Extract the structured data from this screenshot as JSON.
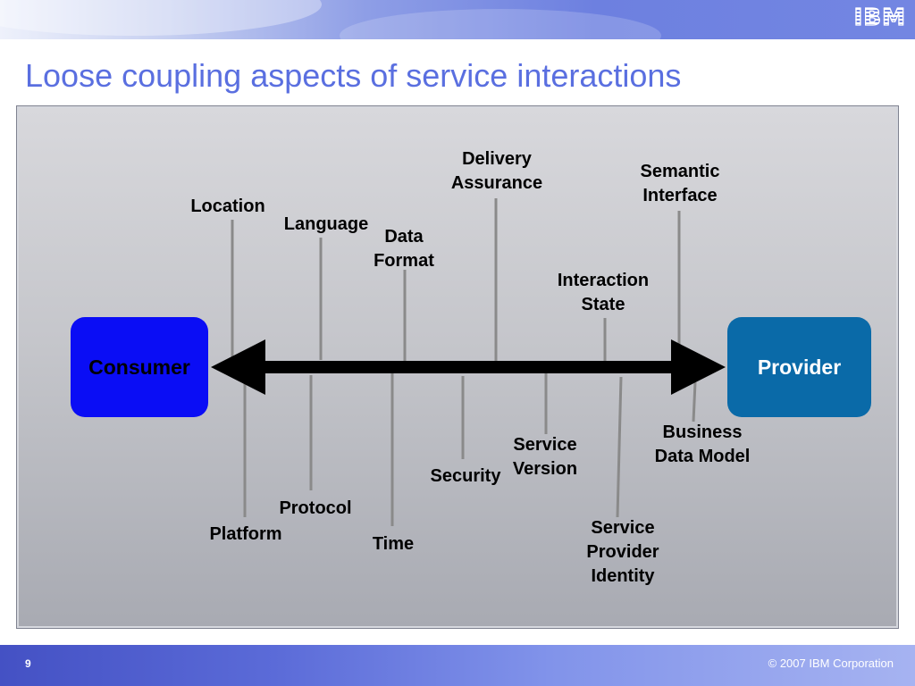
{
  "header": {
    "logo_text": "IBM"
  },
  "title": "Loose coupling aspects of service interactions",
  "diagram": {
    "consumer": "Consumer",
    "provider": "Provider",
    "aspects_top": [
      "Location",
      "Language",
      "Data\nFormat",
      "Delivery\nAssurance",
      "Interaction\nState",
      "Semantic\nInterface"
    ],
    "aspects_bottom": [
      "Platform",
      "Protocol",
      "Time",
      "Security",
      "Service\nVersion",
      "Service\nProvider\nIdentity",
      "Business\nData Model"
    ],
    "colors": {
      "consumer": "#0a0df5",
      "provider": "#0a6aa8",
      "arrow": "#000000",
      "connector": "#8a8a8a"
    }
  },
  "footer": {
    "page_number": "9",
    "copyright": "© 2007 IBM Corporation"
  }
}
